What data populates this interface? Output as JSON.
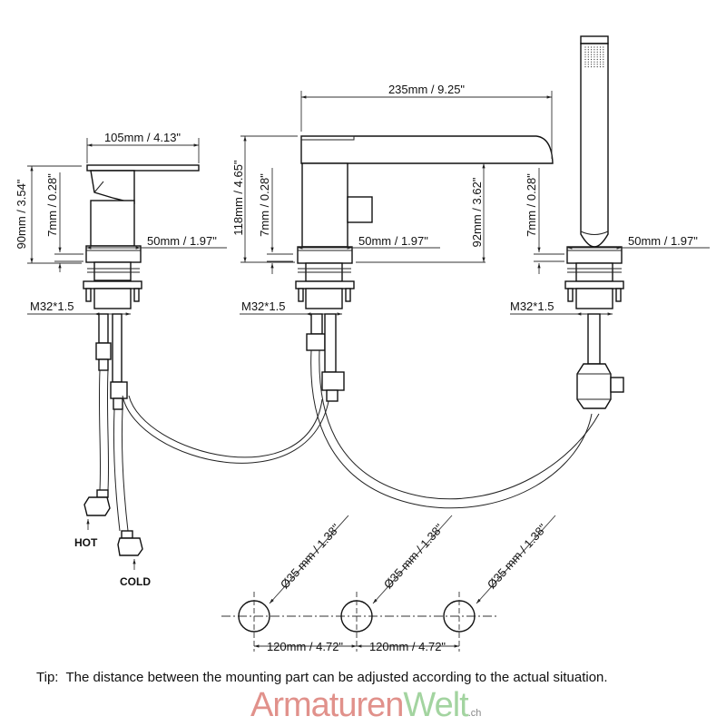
{
  "title": "3-hole deck-mounted bath/shower mixer technical drawing",
  "units_note": "mm / inch",
  "components": [
    {
      "id": "mixer-handle",
      "labels": {
        "width": "105mm / 4.13\"",
        "height": "90mm / 3.54\"",
        "base_height": "7mm / 0.28\"",
        "base_width": "50mm / 1.97\"",
        "thread": "M32*1.5"
      }
    },
    {
      "id": "spout",
      "labels": {
        "reach": "235mm / 9.25\"",
        "total_height": "118mm / 4.65\"",
        "base_height": "7mm / 0.28\"",
        "base_width": "50mm / 1.97\"",
        "spout_height": "92mm / 3.62\"",
        "thread": "M32*1.5"
      }
    },
    {
      "id": "hand-shower",
      "labels": {
        "base_height": "7mm / 0.28\"",
        "base_width": "50mm / 1.97\"",
        "thread": "M32*1.5"
      }
    }
  ],
  "hoses": {
    "hot_label": "HOT",
    "cold_label": "COLD"
  },
  "holes": {
    "diameter_labels": [
      "Ø35 mm / 1.38\"",
      "Ø35 mm / 1.38\"",
      "Ø35 mm / 1.38\""
    ],
    "spacing_labels": [
      "120mm / 4.72\"",
      "120mm / 4.72\""
    ]
  },
  "tip": "Tip:  The distance between the mounting part can be adjusted according to the actual situation.",
  "logo": {
    "part1": "Armaturen",
    "part2": "Welt",
    "suffix": ".ch",
    "color1": "#e1918b",
    "color2": "#a3d4a0"
  }
}
